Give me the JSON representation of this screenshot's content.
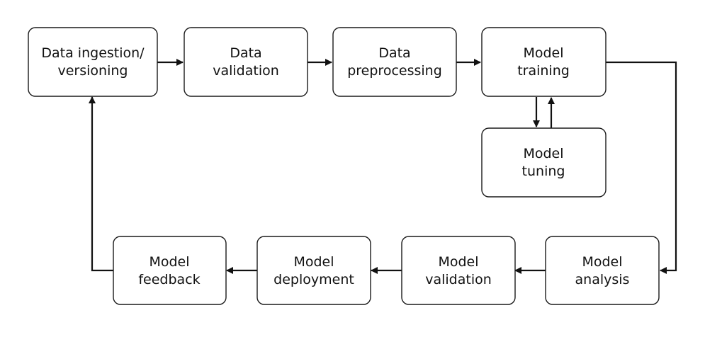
{
  "nodes": {
    "ingestion": {
      "line1": "Data ingestion/",
      "line2": "versioning"
    },
    "data_validation": {
      "line1": "Data",
      "line2": "validation"
    },
    "preprocessing": {
      "line1": "Data",
      "line2": "preprocessing"
    },
    "training": {
      "line1": "Model",
      "line2": "training"
    },
    "tuning": {
      "line1": "Model",
      "line2": "tuning"
    },
    "analysis": {
      "line1": "Model",
      "line2": "analysis"
    },
    "model_validation": {
      "line1": "Model",
      "line2": "validation"
    },
    "deployment": {
      "line1": "Model",
      "line2": "deployment"
    },
    "feedback": {
      "line1": "Model",
      "line2": "feedback"
    }
  },
  "edges": [
    {
      "from": "ingestion",
      "to": "data_validation"
    },
    {
      "from": "data_validation",
      "to": "preprocessing"
    },
    {
      "from": "preprocessing",
      "to": "training"
    },
    {
      "from": "training",
      "to": "tuning"
    },
    {
      "from": "tuning",
      "to": "training"
    },
    {
      "from": "training",
      "to": "analysis"
    },
    {
      "from": "analysis",
      "to": "model_validation"
    },
    {
      "from": "model_validation",
      "to": "deployment"
    },
    {
      "from": "deployment",
      "to": "feedback"
    },
    {
      "from": "feedback",
      "to": "ingestion"
    }
  ]
}
